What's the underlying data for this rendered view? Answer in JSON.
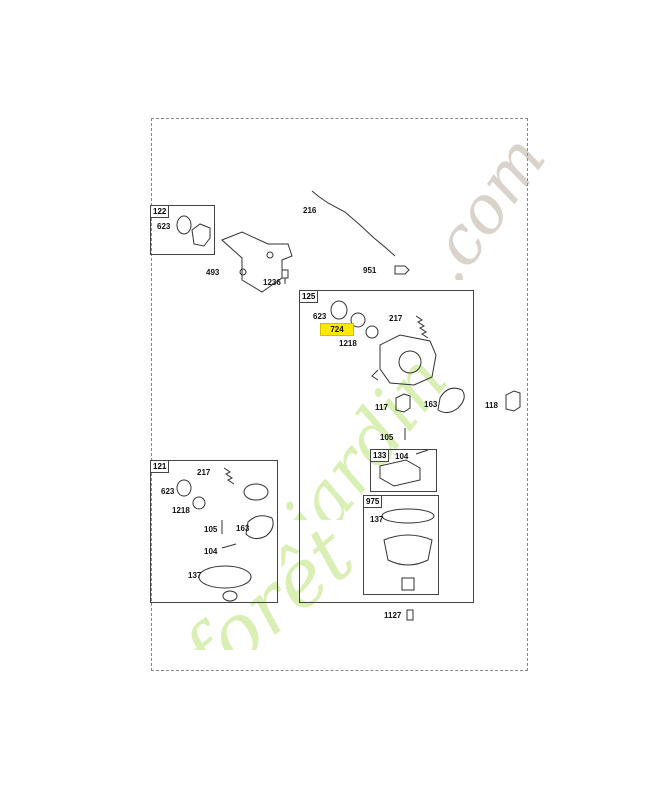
{
  "frame": {
    "boxes": {
      "b122": "122",
      "b125": "125",
      "b121": "121",
      "b133": "133",
      "b975": "975"
    },
    "labels": {
      "l216": "216",
      "l623a": "623",
      "l493": "493",
      "l1236": "1236",
      "l951": "951",
      "l623b": "623",
      "l724": "724",
      "l217a": "217",
      "l1218a": "1218",
      "l117": "117",
      "l163a": "163",
      "l118": "118",
      "l105a": "105",
      "l104a": "104",
      "l137a": "137",
      "l217b": "217",
      "l623c": "623",
      "l1218b": "1218",
      "l105b": "105",
      "l163b": "163",
      "l104b": "104",
      "l137b": "137",
      "l1127": "1127"
    }
  },
  "highlight_color": "#ffe800",
  "watermark": {
    "brand": "forêt",
    "brand2": "jardin",
    "tld": ".com",
    "colors": {
      "green": "#d9efb4",
      "grey": "#d9d3cc"
    }
  }
}
